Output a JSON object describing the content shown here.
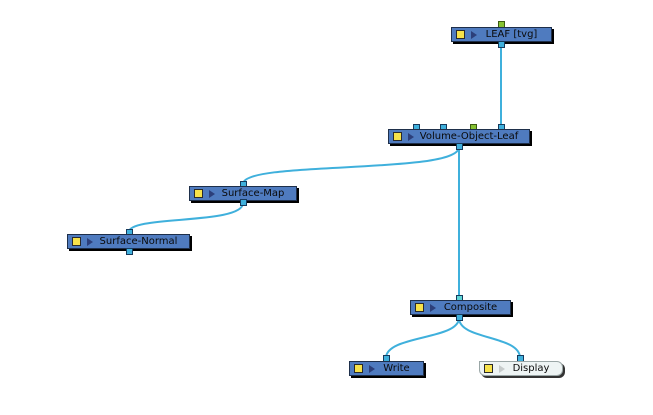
{
  "diagram": {
    "title": "Node View",
    "wire_color": "#3fb0dc",
    "node_color": "#4f7bbf",
    "display_node_color": "#eef4f4",
    "enable_square_color": "#f7e24a",
    "nodes": [
      {
        "id": "leaf",
        "label": "LEAF  [tvg]",
        "type": "drawing"
      },
      {
        "id": "volume",
        "label": "Volume-Object-Leaf",
        "type": "effect"
      },
      {
        "id": "surfacemap",
        "label": "Surface-Map",
        "type": "effect"
      },
      {
        "id": "surfacenormal",
        "label": "Surface-Normal",
        "type": "effect"
      },
      {
        "id": "composite",
        "label": "Composite",
        "type": "composite"
      },
      {
        "id": "write",
        "label": "Write",
        "type": "write"
      },
      {
        "id": "display",
        "label": "Display",
        "type": "display"
      }
    ],
    "edges": [
      {
        "from": "leaf",
        "to": "volume"
      },
      {
        "from": "volume",
        "to": "surfacemap"
      },
      {
        "from": "surfacemap",
        "to": "surfacenormal"
      },
      {
        "from": "volume",
        "to": "composite"
      },
      {
        "from": "composite",
        "to": "write"
      },
      {
        "from": "composite",
        "to": "display"
      }
    ]
  }
}
